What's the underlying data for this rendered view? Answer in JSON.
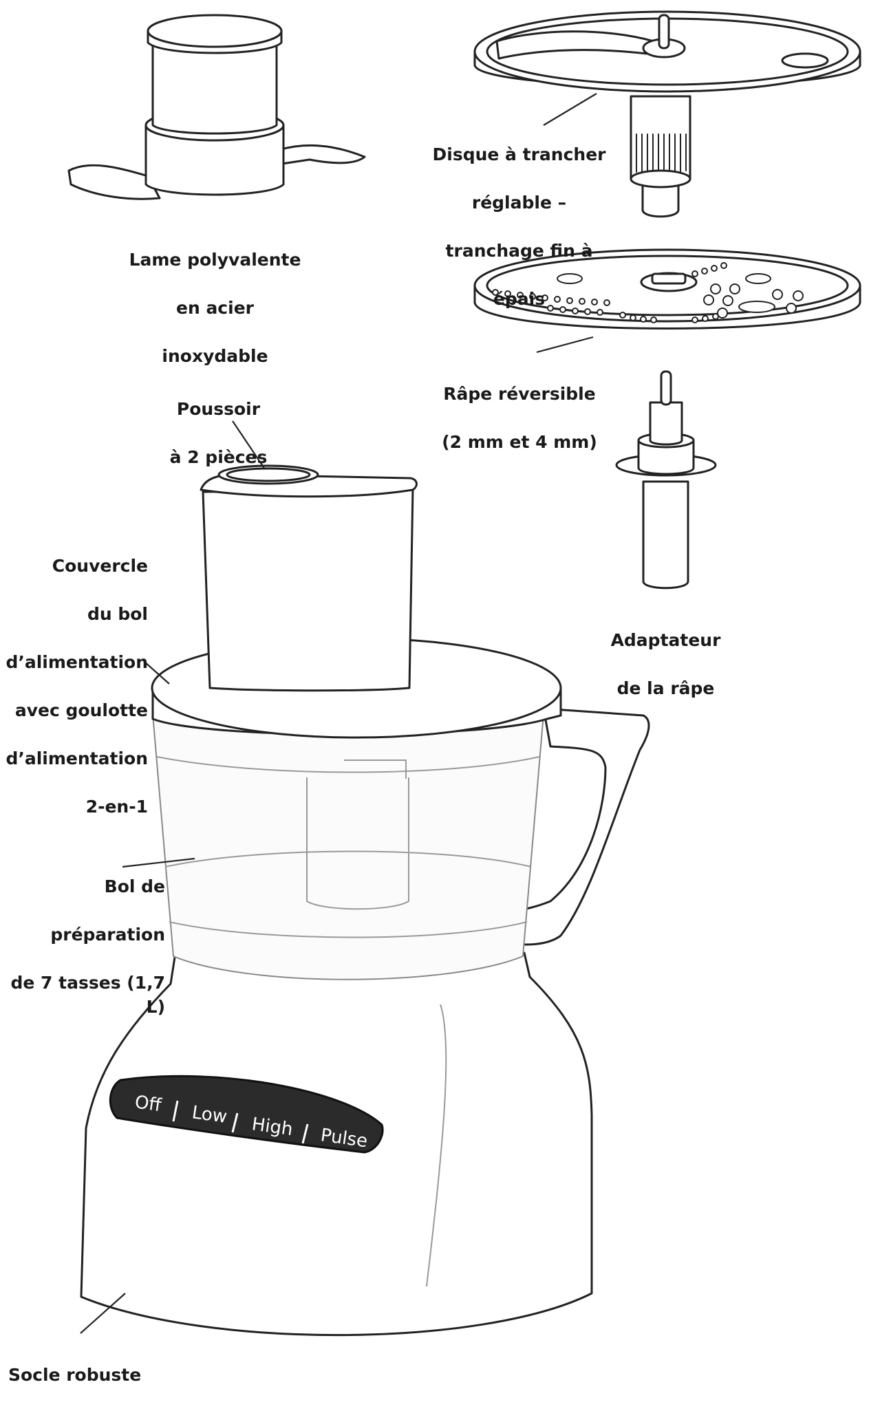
{
  "labels": {
    "blade": [
      "Lame polyvalente",
      "en acier",
      "inoxydable"
    ],
    "slicing_disc": [
      "Disque à trancher",
      "réglable –",
      "tranchage fin à",
      "épais"
    ],
    "shredding_disc": [
      "Râpe réversible",
      "(2 mm et 4 mm)"
    ],
    "pusher": [
      "Poussoir",
      "à 2 pièces"
    ],
    "disc_adapter": [
      "Adaptateur",
      "de la râpe"
    ],
    "lid": [
      "Couvercle",
      "du bol",
      "d’alimentation",
      "avec goulotte",
      "d’alimentation",
      "2-en-1"
    ],
    "bowl": [
      "Bol de",
      "préparation",
      "de 7 tasses (1,7 L)"
    ],
    "base": [
      "Socle robuste"
    ]
  },
  "control_panel": {
    "buttons": [
      "Off",
      "Low",
      "High",
      "Pulse"
    ]
  }
}
